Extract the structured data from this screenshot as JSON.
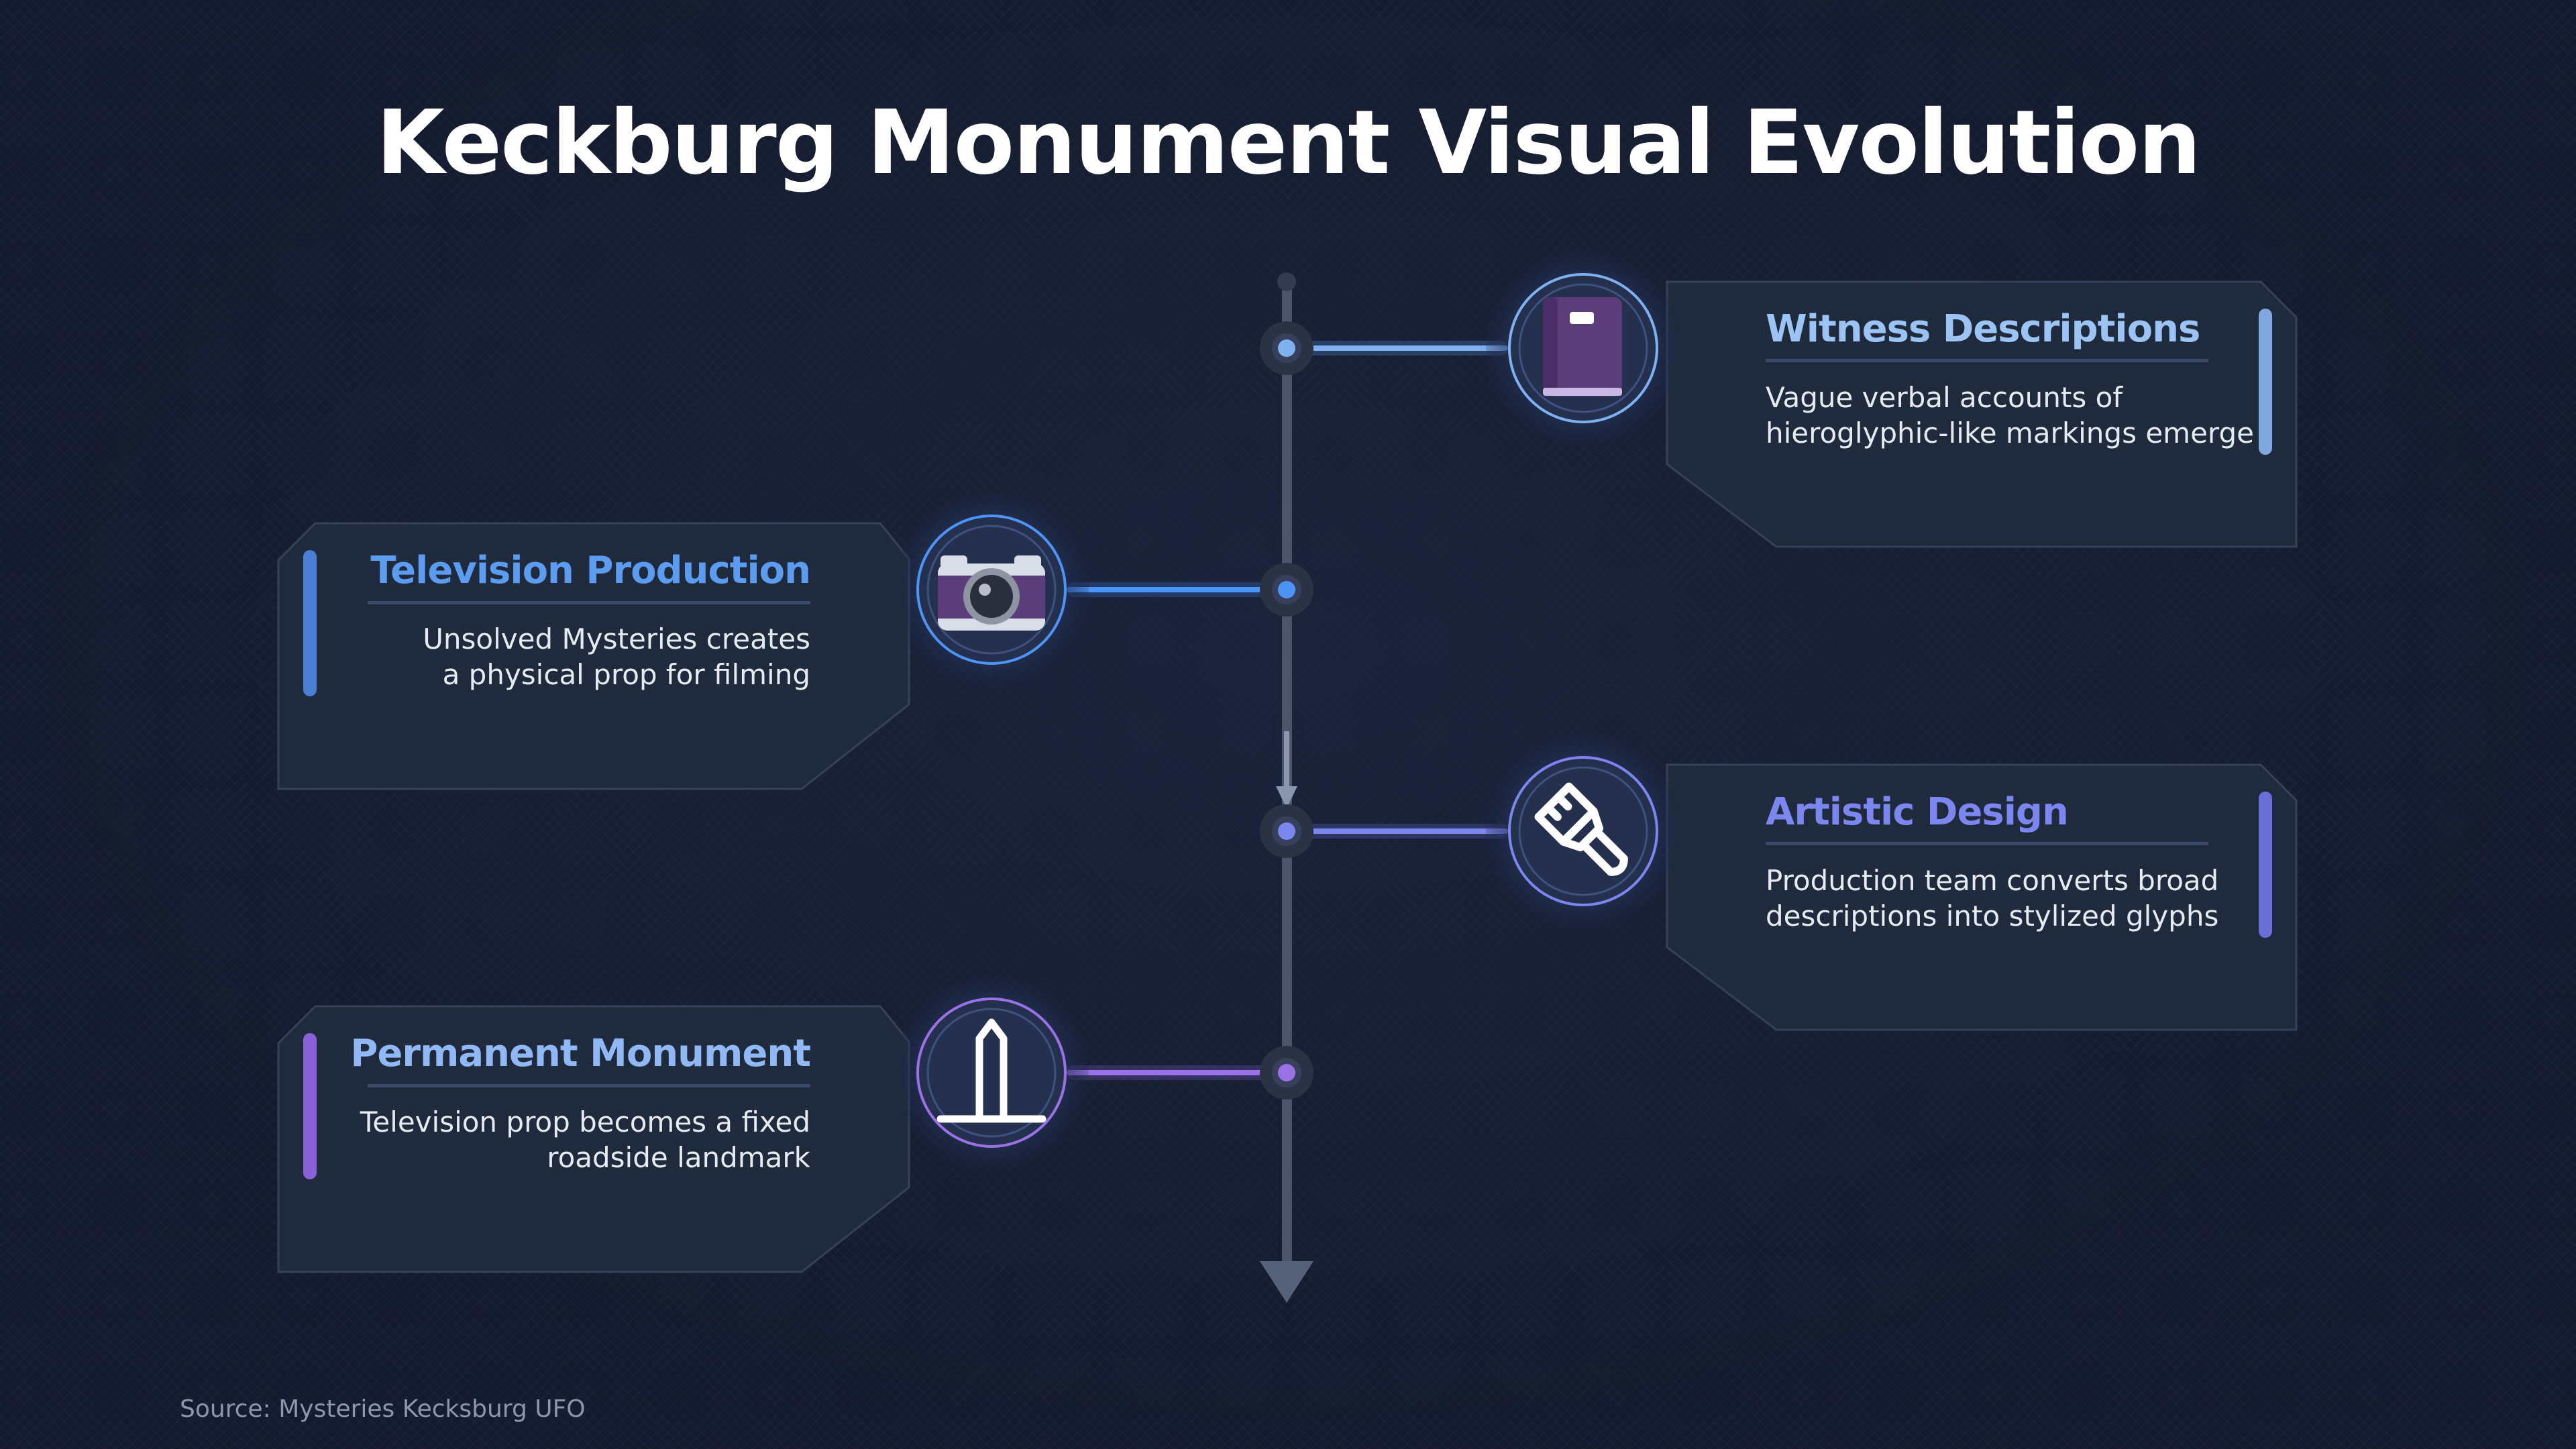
{
  "title": "Keckburg Monument Visual Evolution",
  "source": "Source: Mysteries Kecksburg UFO",
  "colors": {
    "background": "#141b2e",
    "card": "#1f2a3d",
    "spine": "#4b5568",
    "blue": "#5b9bf0",
    "light_blue": "#9bc4f5",
    "periwinkle": "#7b86ee",
    "purple": "#9a72e6"
  },
  "stages": [
    {
      "title": "Witness Descriptions",
      "description": [
        "Vague verbal accounts of",
        "hieroglyphic-like markings emerge"
      ],
      "icon": "book-icon",
      "side": "right",
      "color": "#9bc4f5"
    },
    {
      "title": "Television Production",
      "description": [
        "Unsolved Mysteries creates",
        "a physical prop for filming"
      ],
      "icon": "camera-icon",
      "side": "left",
      "color": "#5b9bf0"
    },
    {
      "title": "Artistic Design",
      "description": [
        "Production team converts broad",
        "descriptions into stylized glyphs"
      ],
      "icon": "paintbrush-icon",
      "side": "right",
      "color": "#7b86ee"
    },
    {
      "title": "Permanent Monument",
      "description": [
        "Television prop becomes a fixed",
        "roadside landmark"
      ],
      "icon": "monument-icon",
      "side": "left",
      "color": "#9a72e6"
    }
  ]
}
